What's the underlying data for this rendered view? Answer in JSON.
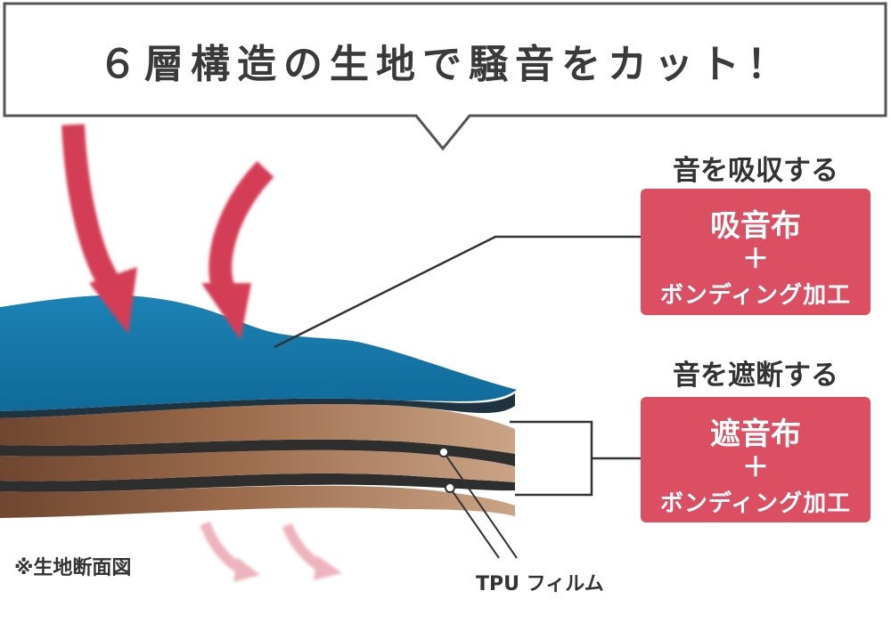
{
  "heading": "６層構造の生地で騒音をカット！",
  "absorb": {
    "title": "音を吸収する",
    "line1": "吸音布",
    "plus": "＋",
    "line3": "ボンディング加工"
  },
  "block": {
    "title": "音を遮断する",
    "line1": "遮音布",
    "plus": "＋",
    "line3": "ボンディング加工"
  },
  "tpu_label": "TPU フィルム",
  "note": "※生地断面図",
  "colors": {
    "accent_box": "#dc4f62",
    "arrow": "#d43d57",
    "blue_layer": "#1a78a8",
    "wood_layer": "#8a5a3c",
    "film_layer": "#2e2e2e"
  },
  "icons": [
    "sound-arrow-icon",
    "faded-sound-arrow-icon"
  ]
}
